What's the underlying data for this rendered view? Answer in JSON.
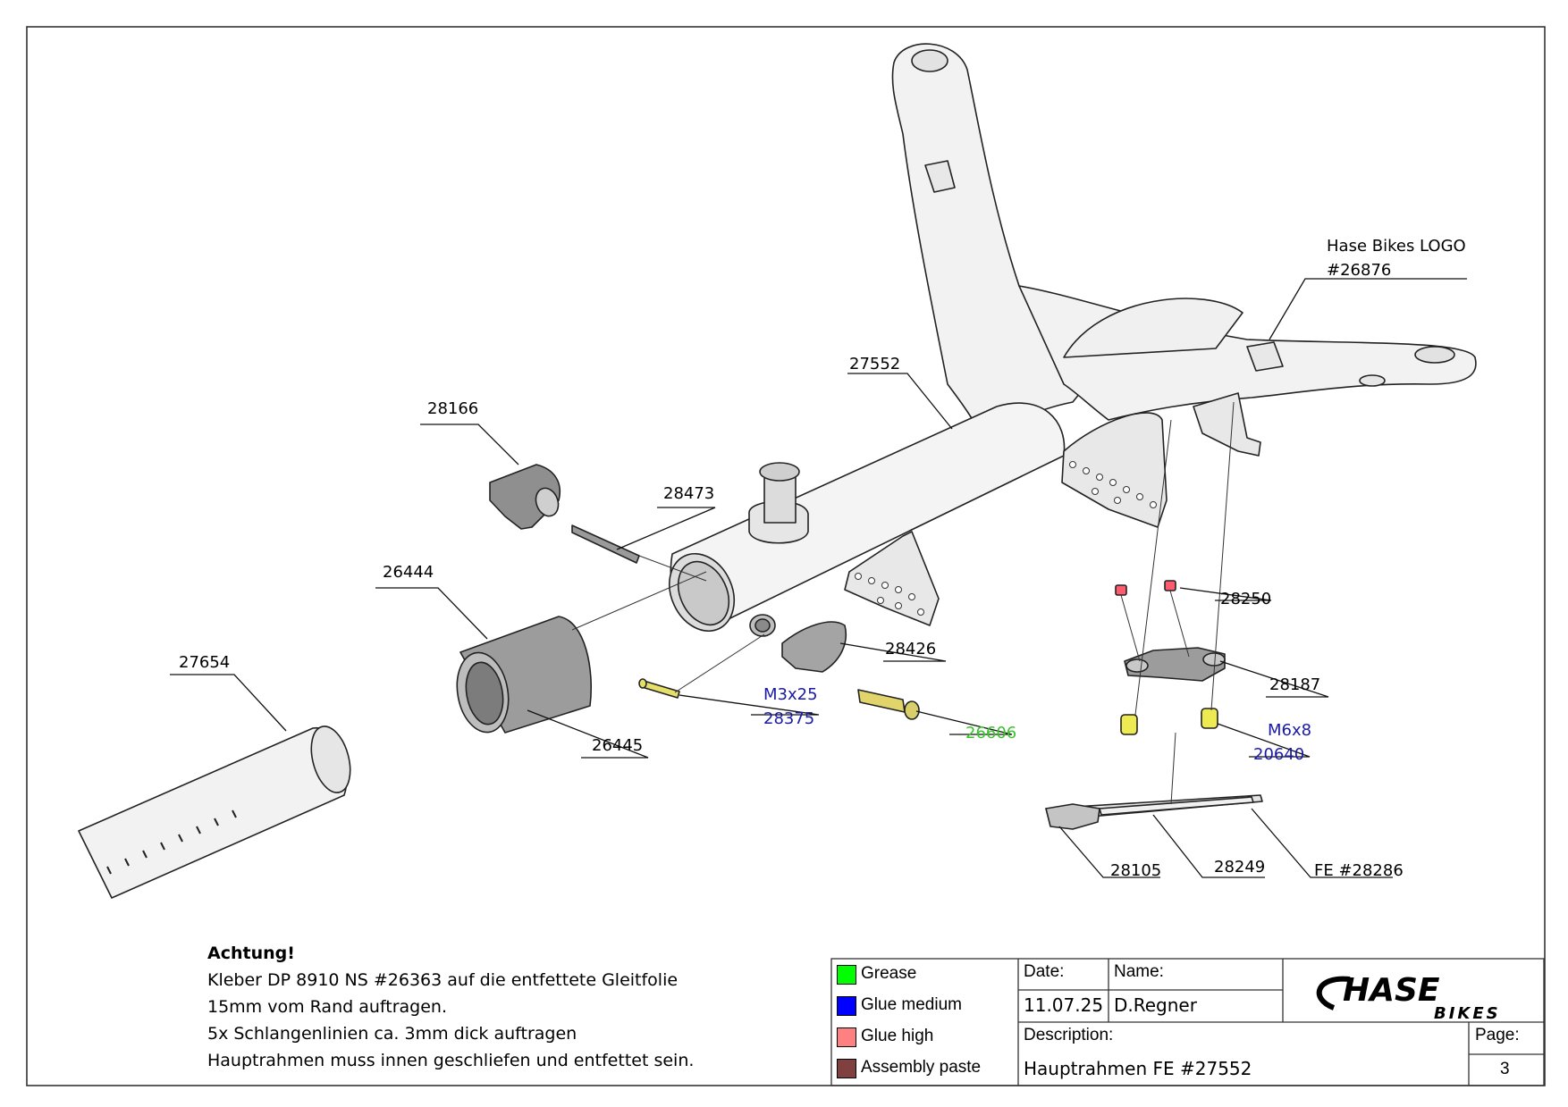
{
  "callouts": {
    "frame": "27552",
    "clamp_top": "28166",
    "strip": "28473",
    "sleeve_outer": "26444",
    "sleeve_inner": "26445",
    "seat_tube": "27654",
    "clamp": "28426",
    "screw_m3": "M3x25",
    "screw_m3_no": "28375",
    "pin": "26606",
    "logo_line1": "Hase Bikes LOGO",
    "logo_line2": "#26876",
    "cap": "28250",
    "bracket": "28187",
    "screw_m6": "M6x8",
    "screw_m6_no": "20640",
    "stand_a": "28105",
    "stand_b": "28249",
    "stand_c": "FE #28286"
  },
  "notes": {
    "heading": "Achtung!",
    "lines": [
      "Kleber DP 8910 NS #26363 auf die entfettete Gleitfolie",
      "15mm vom Rand auftragen.",
      "5x Schlangenlinien ca. 3mm dick auftragen",
      "Hauptrahmen muss innen geschliefen und entfettet sein."
    ]
  },
  "legend": [
    {
      "label": "Grease",
      "color": "#00ff00"
    },
    {
      "label": "Glue medium",
      "color": "#0000ff"
    },
    {
      "label": "Glue high",
      "color": "#ff8080"
    },
    {
      "label": "Assembly paste",
      "color": "#804040"
    }
  ],
  "title_block": {
    "date_label": "Date:",
    "date_value": "11.07.25",
    "name_label": "Name:",
    "name_value": "D.Regner",
    "description_label": "Description:",
    "description_value": "Hauptrahmen FE #27552",
    "page_label": "Page:",
    "page_value": "3",
    "logo_main": "HASE",
    "logo_sub": "BIKES"
  }
}
